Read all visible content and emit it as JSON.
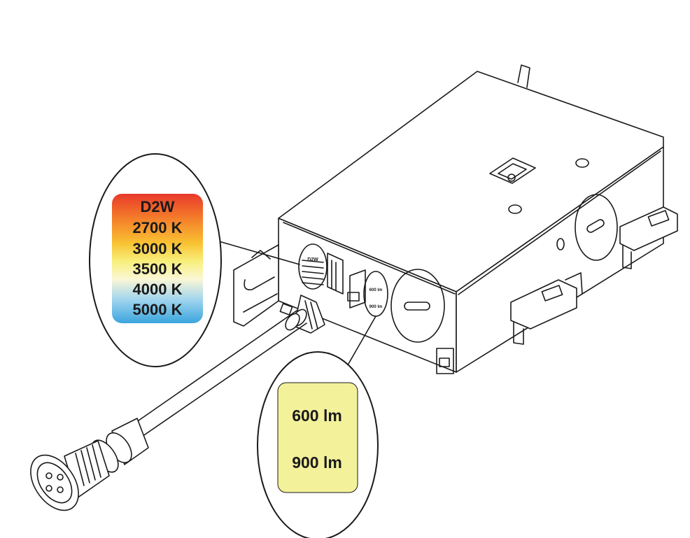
{
  "cct_callout": {
    "options": [
      "D2W",
      "2700 K",
      "3000 K",
      "3500 K",
      "4000 K",
      "5000 K"
    ],
    "switch_label": "D2W"
  },
  "lumen_callout": {
    "options": [
      "600 lm",
      "900 lm"
    ],
    "switch_labels": [
      "600 lm",
      "900 lm"
    ]
  },
  "colors": {
    "gradient": [
      "#e8392b",
      "#f47a2a",
      "#f9c132",
      "#f8ef7a",
      "#fbf7d6",
      "#9fd4ee",
      "#3aa5de"
    ],
    "lumen_panel": "#f3f19a",
    "line": "#1a1a1a"
  }
}
